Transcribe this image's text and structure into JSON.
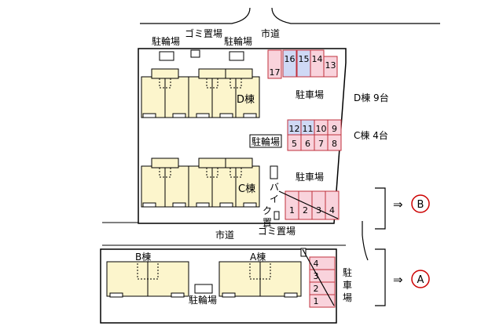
{
  "roads": {
    "top": "市道",
    "middle": "市道"
  },
  "bicycle_parking": {
    "north_left": "駐輪場",
    "north_right": "駐輪場",
    "center": "駐輪場",
    "south": "駐輪場"
  },
  "garbage": {
    "north": "ゴミ置場",
    "south": "ゴミ置場"
  },
  "buildings": {
    "d": "D棟",
    "c": "C棟",
    "b": "B棟",
    "a": "A棟"
  },
  "parking": {
    "upper": "駐車場",
    "middle": "駐車場",
    "lower": "駐車場"
  },
  "bike_storage": "バイク置場",
  "counts": {
    "d": "D棟 9台",
    "c": "C棟 4台"
  },
  "arrow": "⇒",
  "routes": {
    "b": "B",
    "a": "A"
  },
  "colors": {
    "stall_pink": "#f9d3dc",
    "stall_blue": "#cfd9f5",
    "building": "#fcf5cc",
    "route_ring": "#cc0000"
  },
  "stalls": {
    "d_top": [
      "16",
      "15",
      "14",
      "13"
    ],
    "d_left": "17",
    "middle_top": [
      "12",
      "11",
      "10",
      "9"
    ],
    "middle_bottom": [
      "5",
      "6",
      "7",
      "8"
    ],
    "c_row": [
      "1",
      "2",
      "3",
      "4"
    ],
    "ab_column": [
      "4",
      "3",
      "2",
      "1"
    ]
  }
}
